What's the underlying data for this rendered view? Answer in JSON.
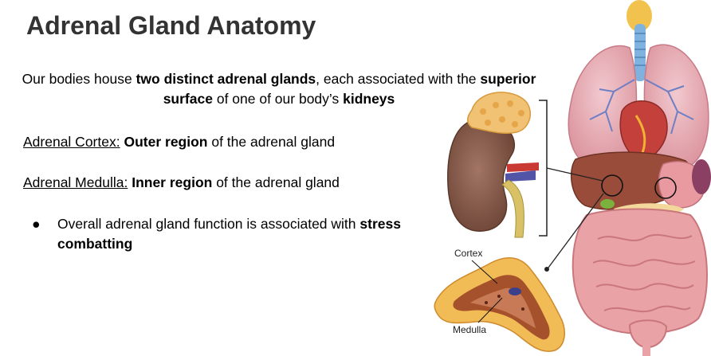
{
  "slide": {
    "title": "Adrenal Gland Anatomy",
    "intro": {
      "p1": "Our bodies house ",
      "b1": "two distinct adrenal glands",
      "p2": ", each associated with the ",
      "b2": "superior surface",
      "p3": " of one of our body’s ",
      "b3": "kidneys"
    },
    "cortex": {
      "term": "Adrenal Cortex:",
      "bold": "Outer region",
      "rest": " of the adrenal gland"
    },
    "medulla": {
      "term": "Adrenal Medulla:",
      "bold": "Inner region",
      "rest": " of the adrenal gland"
    },
    "bullet": {
      "marker": "●",
      "text": "Overall adrenal gland function is associated with ",
      "bold": "stress combatting"
    }
  },
  "illustration": {
    "label_cortex": "Cortex",
    "label_medulla": "Medulla"
  }
}
